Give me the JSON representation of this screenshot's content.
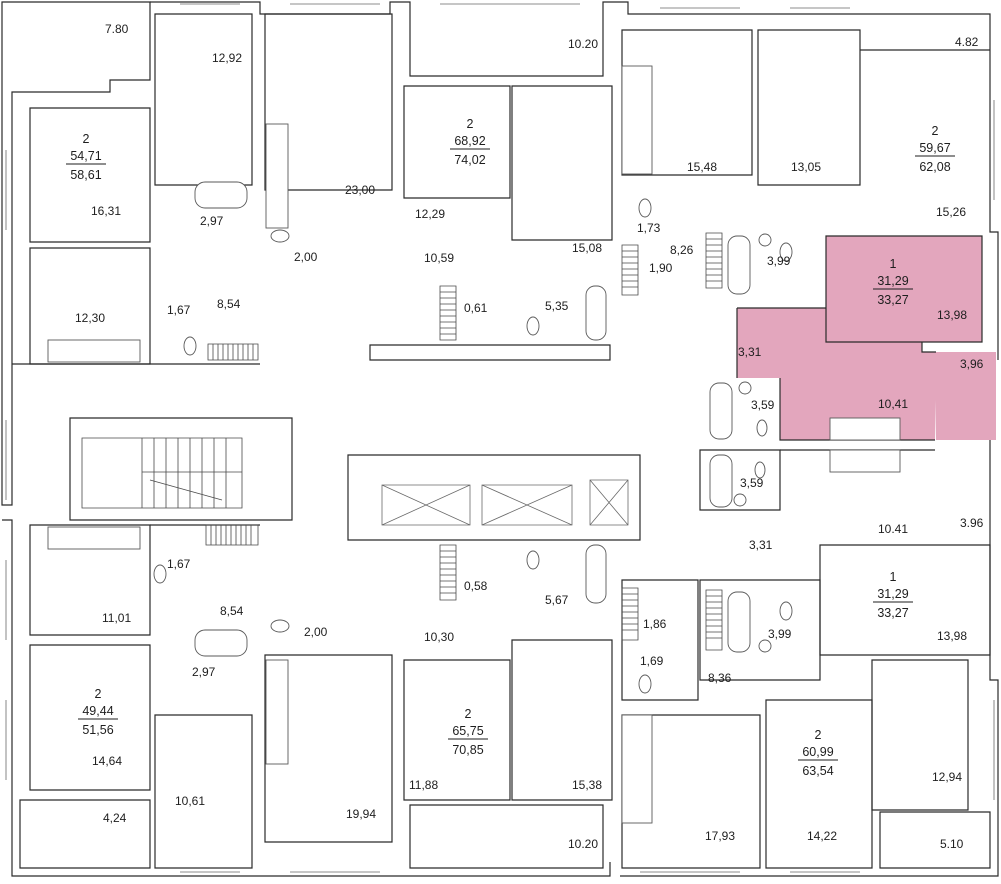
{
  "colors": {
    "highlight": "#e3a6bd",
    "wall": "#2b2b2b",
    "background": "#ffffff"
  },
  "rooms": [
    "7.80",
    "12,92",
    "10.20",
    "4.82",
    "16,31",
    "23,00",
    "12,29",
    "15,08",
    "15,48",
    "13,05",
    "15,26",
    "2,97",
    "2,00",
    "10,59",
    "1,73",
    "8,26",
    "1,90",
    "3,99",
    "13,98",
    "12,30",
    "1,67",
    "8,54",
    "0,61",
    "5,35",
    "3,31",
    "3,96",
    "3,59",
    "10,41",
    "3,59",
    "10.41",
    "3.96",
    "3,31",
    "1,67",
    "11,01",
    "8,54",
    "0,58",
    "5,67",
    "2,00",
    "1,86",
    "3,99",
    "13,98",
    "10,30",
    "1,69",
    "2,97",
    "8,36",
    "14,64",
    "12,94",
    "10,61",
    "11,88",
    "15,38",
    "4,24",
    "19,94",
    "17,93",
    "14,22",
    "10.20",
    "5.10"
  ],
  "apartments": [
    {
      "rooms": "2",
      "living": "54,71",
      "total": "58,61"
    },
    {
      "rooms": "2",
      "living": "68,92",
      "total": "74,02"
    },
    {
      "rooms": "2",
      "living": "59,67",
      "total": "62,08"
    },
    {
      "rooms": "1",
      "living": "31,29",
      "total": "33,27"
    },
    {
      "rooms": "1",
      "living": "31,29",
      "total": "33,27"
    },
    {
      "rooms": "2",
      "living": "49,44",
      "total": "51,56"
    },
    {
      "rooms": "2",
      "living": "65,75",
      "total": "70,85"
    },
    {
      "rooms": "2",
      "living": "60,99",
      "total": "63,54"
    }
  ]
}
